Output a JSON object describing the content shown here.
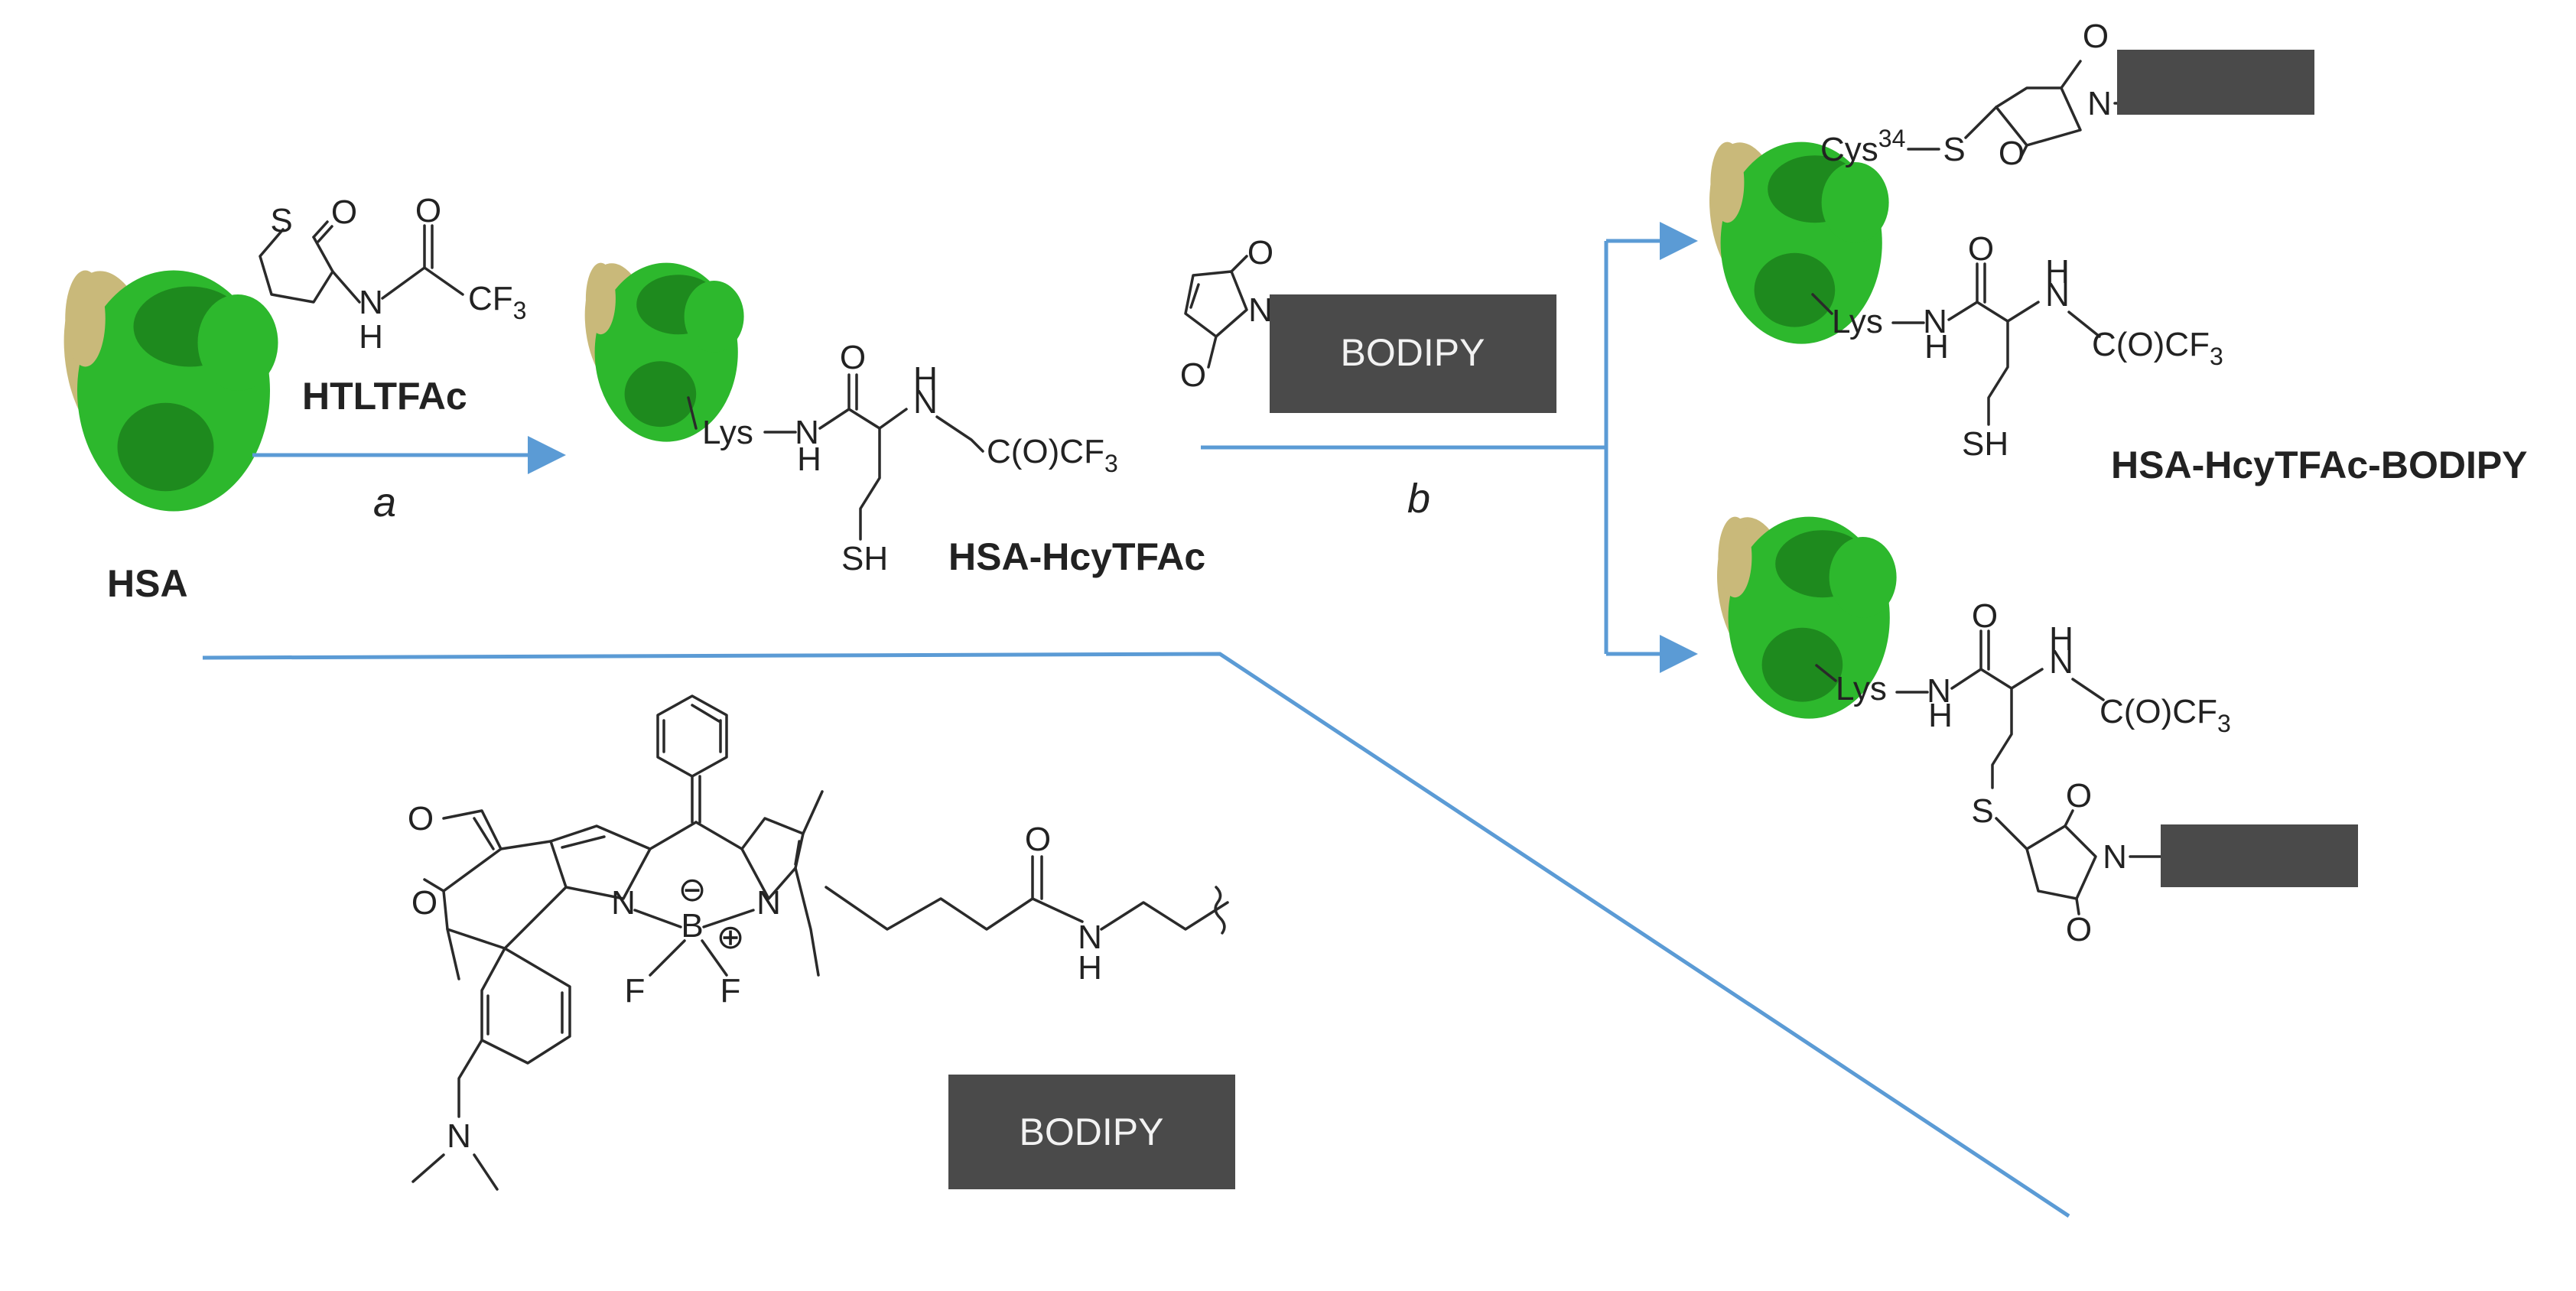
{
  "labels": {
    "hsa": "HSA",
    "htltfac": "HTLTFAc",
    "hsa_hcytfac": "HSA-HcyTFAc",
    "hsa_hcytfac_bodipy": "HSA-HcyTFAc-BODIPY",
    "step_a": "a",
    "step_b": "b",
    "bodipy_box": "BODIPY"
  },
  "atoms": {
    "S": "S",
    "O": "O",
    "N": "N",
    "H": "H",
    "NH": "N",
    "CF3": "CF",
    "CF3_sub": "3",
    "C_O_CF3": "C(O)CF",
    "Lys": "Lys",
    "SH": "SH",
    "Cys": "Cys",
    "Cys_sup": "34",
    "B": "B",
    "F": "F",
    "minus": "⊖",
    "plus": "⊕"
  },
  "colors": {
    "arrow": "#5b9bd5",
    "box": "#4a4a4a",
    "protein_green": "#2db82d",
    "protein_tan": "#c9b97a"
  }
}
